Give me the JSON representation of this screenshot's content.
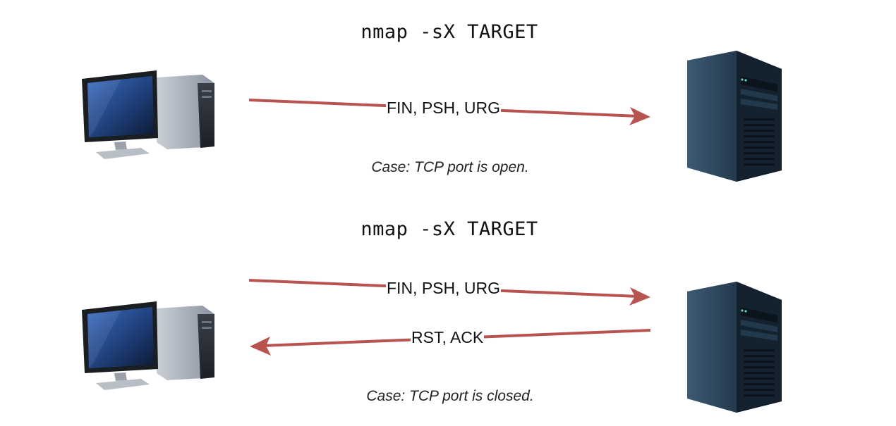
{
  "open_case": {
    "command": "nmap -sX TARGET",
    "probe_flags": "FIN, PSH, URG",
    "caption": "Case: TCP port is open."
  },
  "closed_case": {
    "command": "nmap -sX TARGET",
    "probe_flags": "FIN, PSH, URG",
    "reply_flags": "RST, ACK",
    "caption": "Case: TCP port is closed."
  },
  "colors": {
    "arrow": "#b85450",
    "monitor_screen": "#2e5aa8",
    "server_body": "#1e3448"
  },
  "icons": [
    "desktop-computer-icon",
    "server-tower-icon"
  ]
}
